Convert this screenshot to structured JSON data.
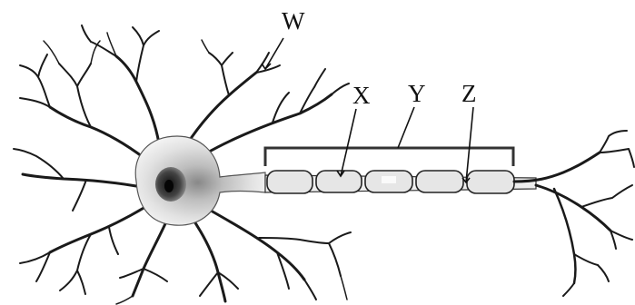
{
  "labels": {
    "W": "W",
    "X": "X",
    "Y": "Y",
    "Z": "Z"
  },
  "colors": {
    "outline": "#1a1a1a",
    "myelin_fill": "#e6e6e6",
    "axon_fill": "#eeeeee",
    "soma_light": "#d9d9d9",
    "soma_dark": "#555555",
    "nucleus": "#111111"
  }
}
